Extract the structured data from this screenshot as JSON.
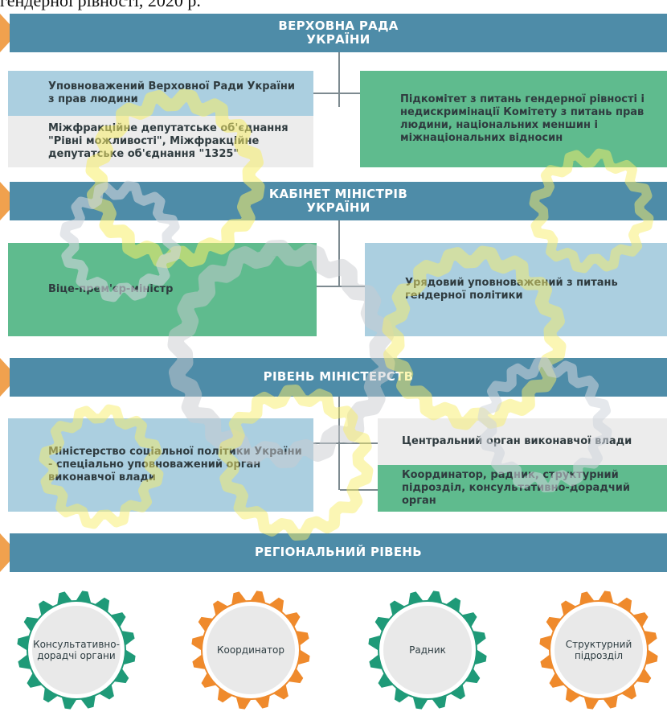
{
  "caption": "гендерної рівності, 2020 р.",
  "levels": {
    "parliament": {
      "title_line1": "ВЕРХОВНА РАДА",
      "title_line2": "УКРАЇНИ",
      "left_top": "Уповноважений Верховної Ради України з прав людини",
      "left_bottom": "Міжфракційне депутатське об'єднання \"Рівні можливості\", Міжфракційне депутатське об'єднання \"1325\"",
      "right": "Підкомітет з питань гендерної рівності і недискримінації Комітету з питань прав людини, національних меншин і міжнаціональних відносин"
    },
    "cabinet": {
      "title_line1": "КАБІНЕТ МІНІСТРІВ",
      "title_line2": "УКРАЇНИ",
      "left": "Віце-прем'єр-міністр",
      "right": "Урядовий уповноважений з питань гендерної політики"
    },
    "ministries": {
      "title": "РІВЕНЬ МІНІСТЕРСТВ",
      "left": "Міністерство соціальної політики України - спеціально уповноважений орган виконавчої влади",
      "right_top": "Центральний орган виконавчої влади",
      "right_bottom": "Координатор, радник, структурний підрозділ, консультативно-дорадчий орган"
    },
    "regional": {
      "title": "РЕГІОНАЛЬНИЙ РІВЕНЬ",
      "items": [
        "Консультативно-дорадчі органи",
        "Координатор",
        "Радник",
        "Структурний підрозділ"
      ]
    }
  },
  "colors": {
    "banner": "#4e8ca8",
    "arrow": "#f0a14e",
    "blue_box": "#abcfe0",
    "grey_box": "#ececec",
    "green_box": "#5fbb8e",
    "gear_green": "#1f9a78",
    "gear_orange": "#ef8a2c"
  }
}
